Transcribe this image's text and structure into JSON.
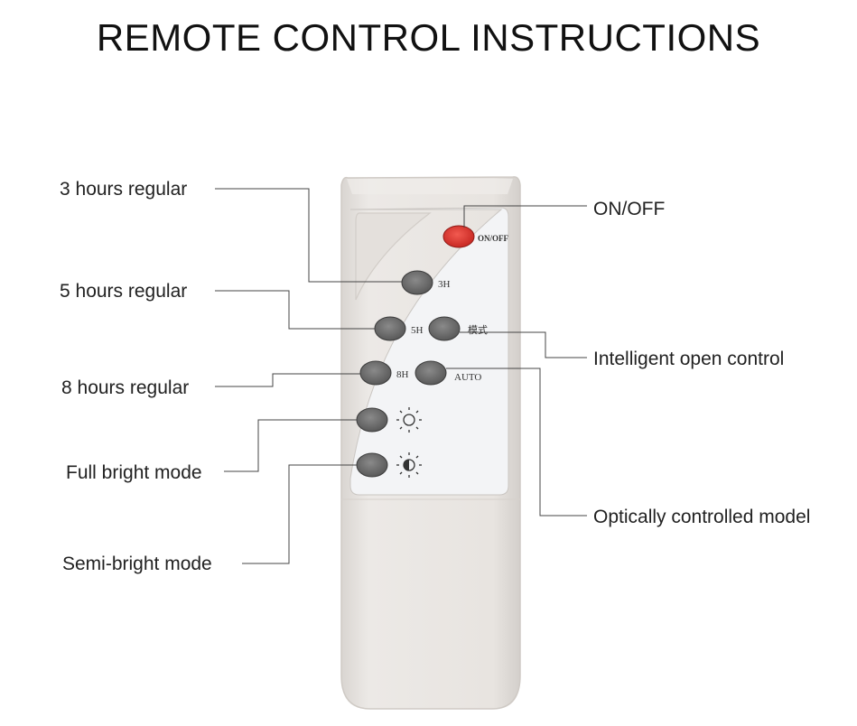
{
  "title": "REMOTE CONTROL INSTRUCTIONS",
  "callouts": {
    "three_hours": "3 hours regular",
    "five_hours": "5 hours regular",
    "eight_hours": "8 hours regular",
    "full_bright": "Full bright mode",
    "semi_bright": "Semi-bright mode",
    "on_off": "ON/OFF",
    "intelligent": "Intelligent open control",
    "optical": "Optically controlled model"
  },
  "remote": {
    "on_off_label": "ON/OFF",
    "btn_3h": "3H",
    "btn_5h": "5H",
    "btn_8h": "8H",
    "btn_mode": "模式",
    "btn_auto": "AUTO"
  },
  "icons": {
    "full_bright": "sun-outline-icon",
    "semi_bright": "half-sun-icon"
  },
  "colors": {
    "remote_body": "#e7e3df",
    "face_panel": "#f4f4f6",
    "button_gray": "#6d6d6d",
    "power_red": "#e0332e"
  }
}
